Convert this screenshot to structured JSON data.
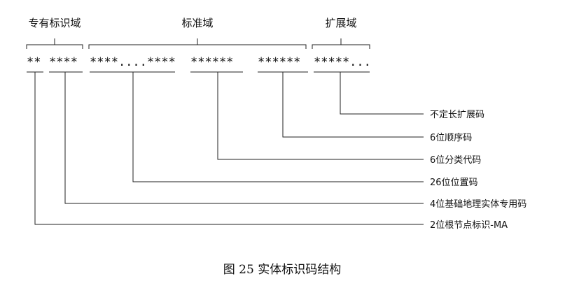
{
  "domains": [
    {
      "label": "专有标识域"
    },
    {
      "label": "标准域"
    },
    {
      "label": "扩展域"
    }
  ],
  "code_segments": [
    {
      "text": "**"
    },
    {
      "text": "****"
    },
    {
      "text": "****....****"
    },
    {
      "text": "******"
    },
    {
      "text": "******"
    },
    {
      "text": "*****..."
    }
  ],
  "descriptions": [
    {
      "label": "不定长扩展码"
    },
    {
      "label": "6位顺序码"
    },
    {
      "label": "6位分类代码"
    },
    {
      "label": "26位位置码"
    },
    {
      "label": "4位基础地理实体专用码"
    },
    {
      "label": "2位根节点标识-MA"
    }
  ],
  "caption": "图 25 实体标识码结构"
}
